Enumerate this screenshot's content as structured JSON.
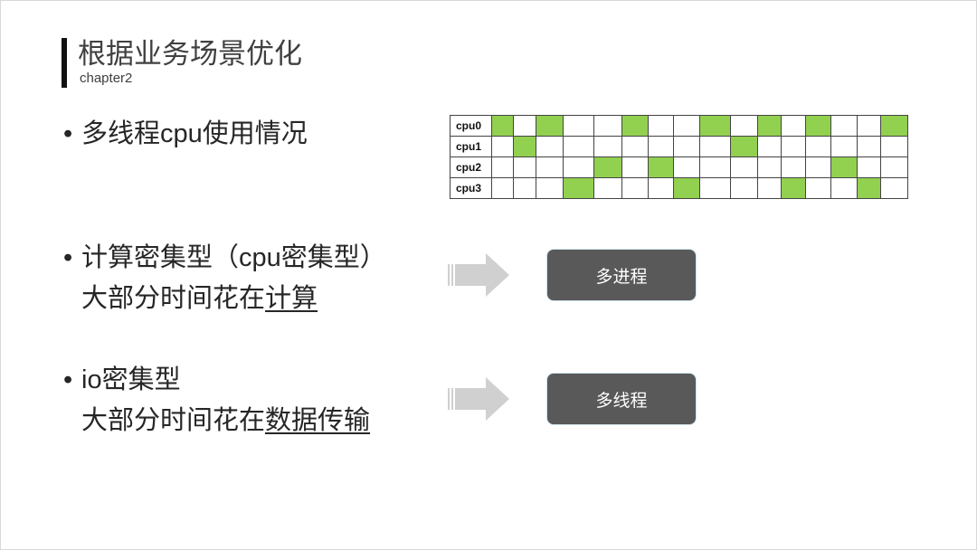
{
  "header": {
    "title": "根据业务场景优化",
    "subtitle": "chapter2"
  },
  "bullets": [
    {
      "text": "多线程cpu使用情况"
    },
    {
      "text": "计算密集型（cpu密集型）",
      "line2_prefix": "大部分时间花在",
      "line2_underlined": "计算"
    },
    {
      "text": "io密集型",
      "line2_prefix": "大部分时间花在",
      "line2_underlined": "数据传输"
    }
  ],
  "bullet_symbol": "•",
  "cpu_table": {
    "rows": [
      {
        "label": "cpu0",
        "active": [
          1,
          3,
          6,
          9,
          11,
          13,
          16
        ]
      },
      {
        "label": "cpu1",
        "active": [
          2,
          10
        ]
      },
      {
        "label": "cpu2",
        "active": [
          5,
          7,
          14
        ]
      },
      {
        "label": "cpu3",
        "active": [
          4,
          8,
          12,
          15
        ]
      }
    ],
    "columns": 16,
    "active_color": "#92d050"
  },
  "results": {
    "multiprocess": "多进程",
    "multithread": "多线程"
  },
  "icons": {
    "arrow": "arrow-right-icon"
  }
}
